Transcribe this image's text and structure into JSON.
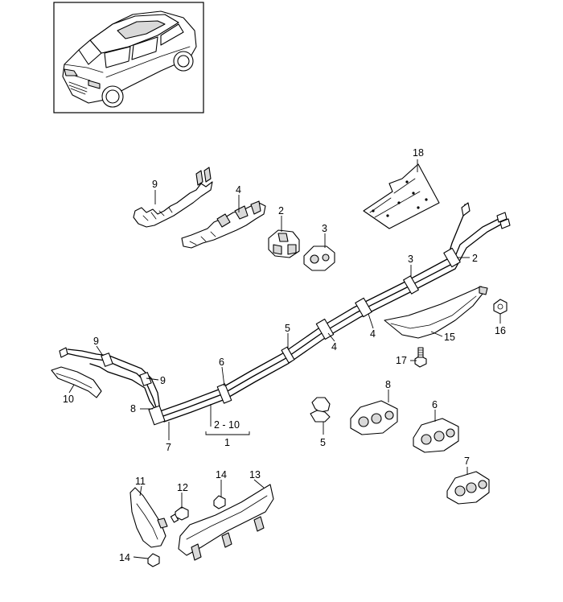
{
  "labels": {
    "p18": "18",
    "p9a": "9",
    "p4a": "4",
    "p2a": "2",
    "p3a": "3",
    "p3b": "3",
    "p2b": "2",
    "p16": "16",
    "p15": "15",
    "p4b": "4",
    "p4c": "4",
    "p5a": "5",
    "p17": "17",
    "p9b": "9",
    "p9c": "9",
    "p10": "10",
    "p6a": "6",
    "p8a": "8",
    "p7a": "7",
    "range": "2 - 10",
    "group": "1",
    "p8b": "8",
    "p6b": "6",
    "p5b": "5",
    "p7b": "7",
    "p11": "11",
    "p12": "12",
    "p14a": "14",
    "p13": "13",
    "p14b": "14"
  },
  "colors": {
    "line": "#000000",
    "part_fill": "#ffffff",
    "shade": "#d9d9d9"
  },
  "icons": {
    "vehicle": "suv-vehicle-icon"
  }
}
